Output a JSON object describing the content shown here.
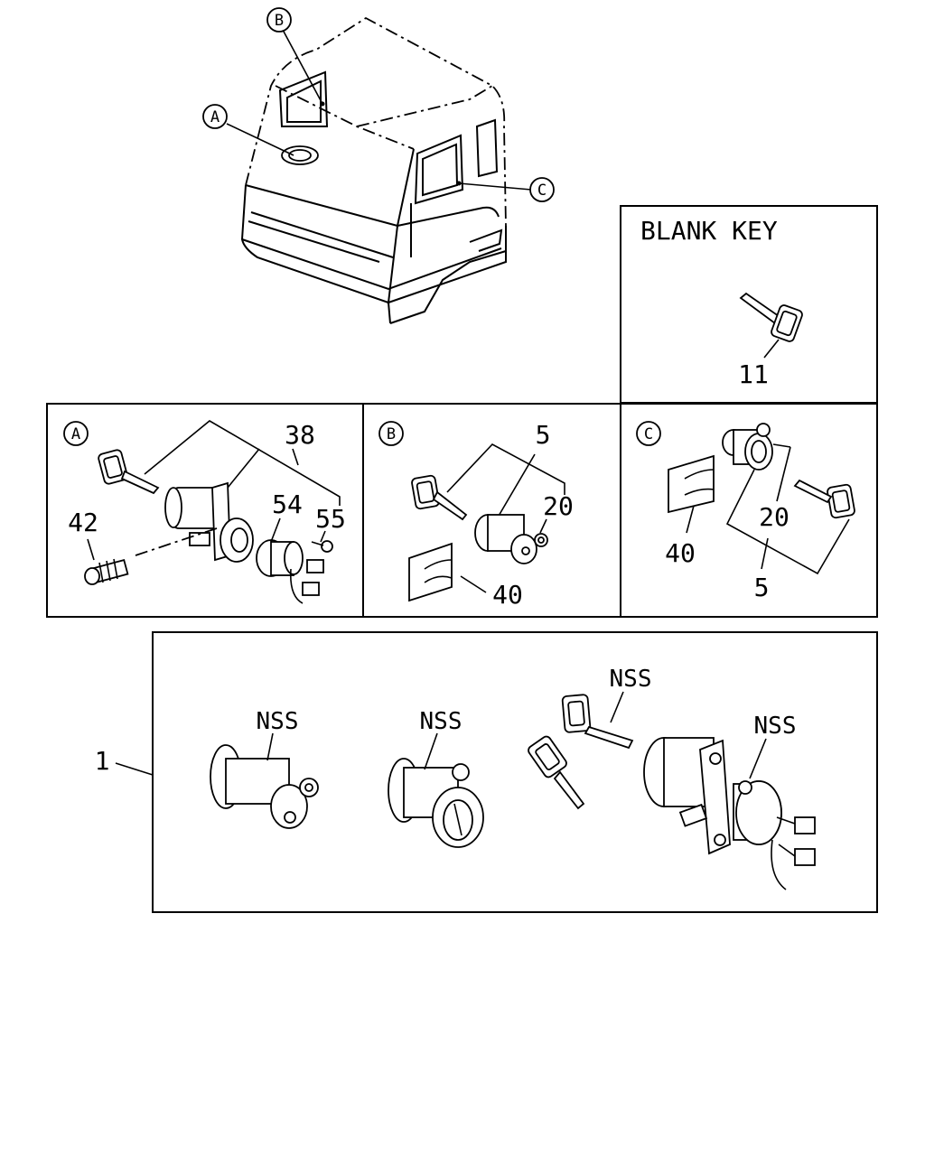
{
  "callouts": {
    "A": "A",
    "B": "B",
    "C": "C"
  },
  "blank_key": {
    "title": "BLANK KEY",
    "part": "11"
  },
  "panel_a": {
    "letter": "A",
    "parts": {
      "p38": "38",
      "p54": "54",
      "p55": "55",
      "p42": "42"
    }
  },
  "panel_b": {
    "letter": "B",
    "parts": {
      "p5": "5",
      "p20": "20",
      "p40": "40"
    }
  },
  "panel_c": {
    "letter": "C",
    "parts": {
      "p20": "20",
      "p40": "40",
      "p5": "5"
    }
  },
  "kit": {
    "part": "1",
    "nss_labels": [
      "NSS",
      "NSS",
      "NSS",
      "NSS"
    ]
  }
}
